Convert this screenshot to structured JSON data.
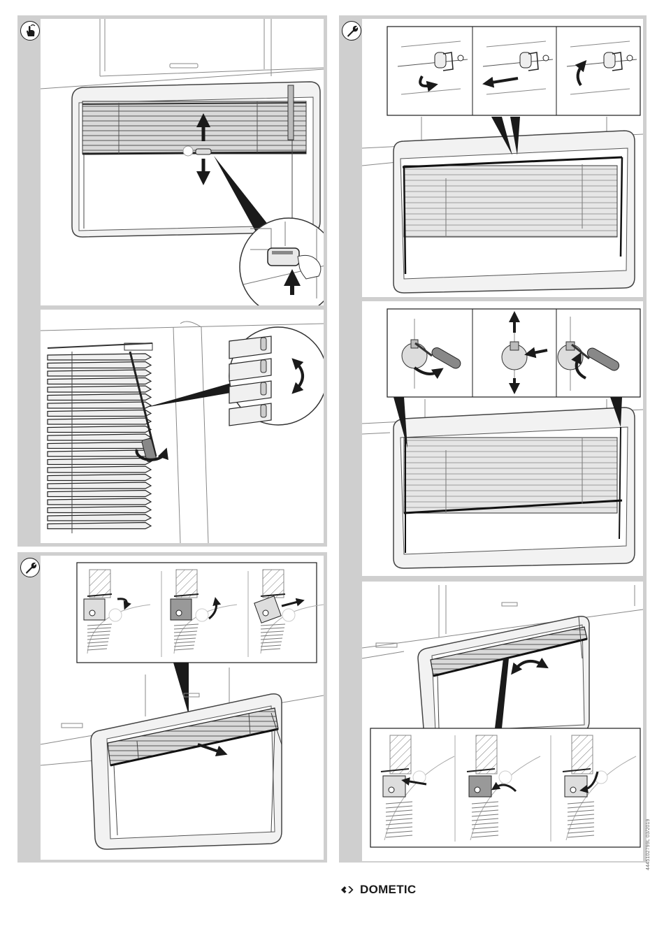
{
  "document": {
    "doc_number": "4445102799L 03/2019",
    "brand": {
      "name": "DOMETIC",
      "logo_icon": "dometic-chevrons-logo"
    }
  },
  "panels": [
    {
      "id": "usage-operate",
      "icon": "hand-pointer-icon",
      "caption": ""
    },
    {
      "id": "usage-tilt-slats",
      "icon": "none",
      "caption": ""
    },
    {
      "id": "install-clip-rail",
      "icon": "wrench-icon",
      "caption": ""
    },
    {
      "id": "install-cord-tension",
      "icon": "wrench-icon",
      "caption": ""
    },
    {
      "id": "install-cord-adjust",
      "icon": "none",
      "caption": ""
    },
    {
      "id": "remove-rail",
      "icon": "none",
      "caption": ""
    }
  ]
}
